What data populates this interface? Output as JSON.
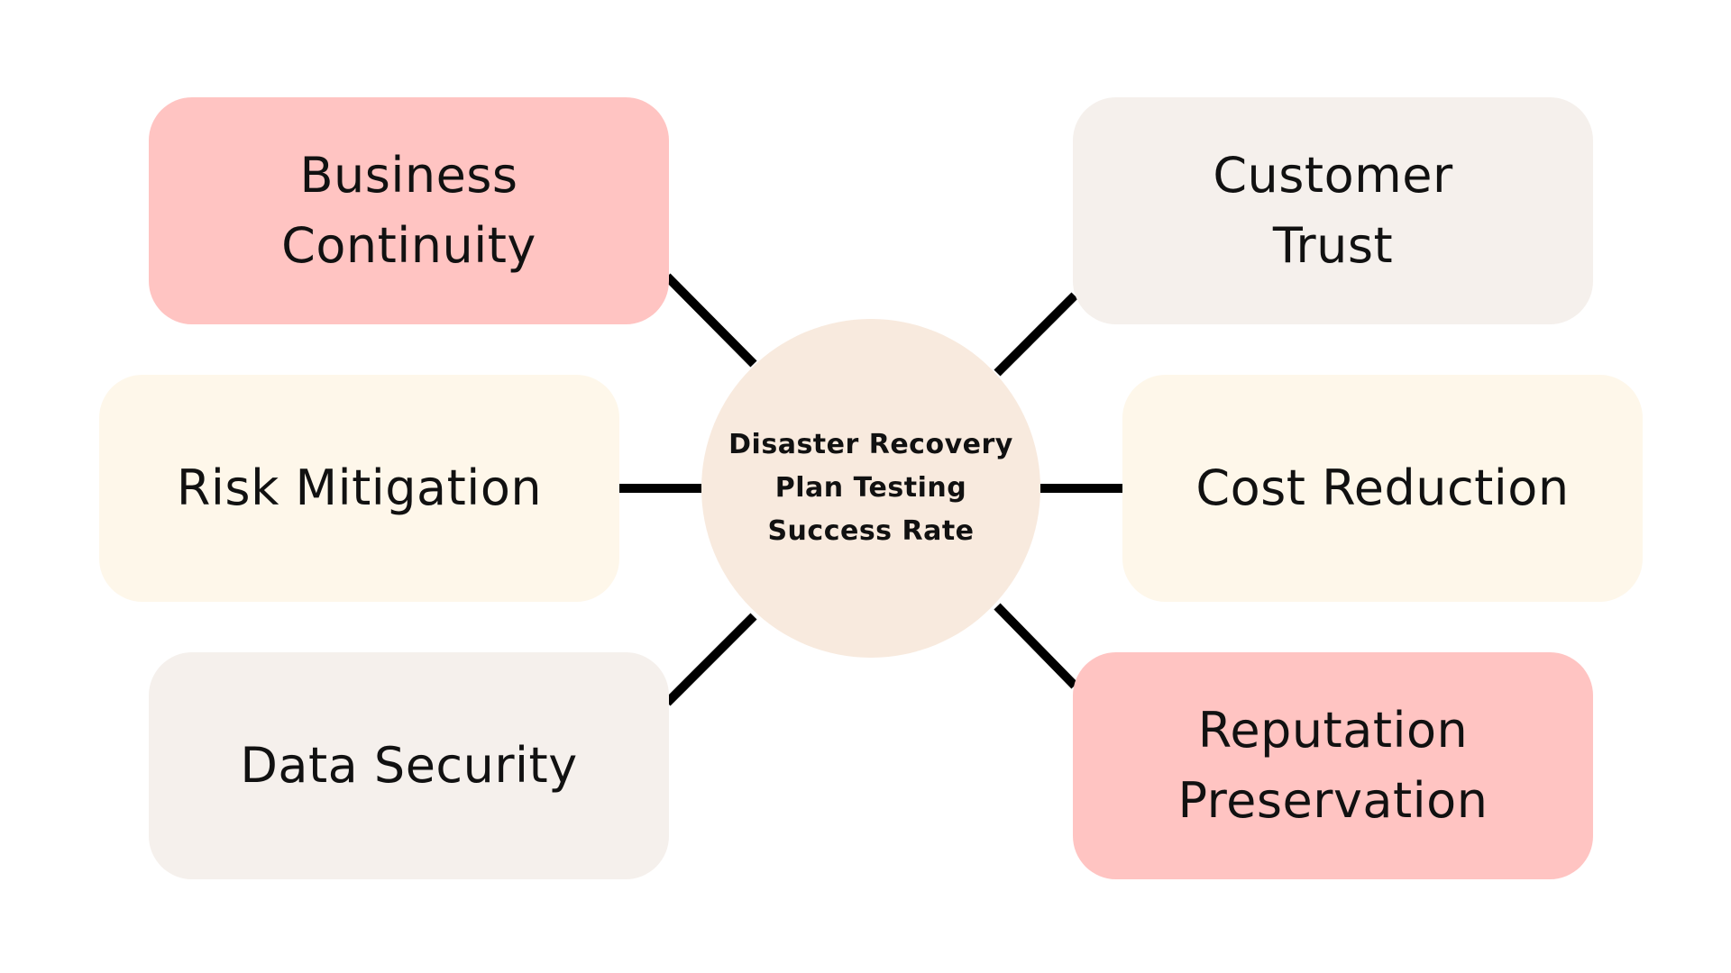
{
  "diagram": {
    "center": {
      "label": "Disaster Recovery Plan Testing Success Rate",
      "color": "#F8EADE"
    },
    "nodes": [
      {
        "id": "business-continuity",
        "label": "Business Continuity",
        "color": "#FFC4C2"
      },
      {
        "id": "risk-mitigation",
        "label": "Risk Mitigation",
        "color": "#FEF7EA"
      },
      {
        "id": "data-security",
        "label": "Data Security",
        "color": "#F5F0EC"
      },
      {
        "id": "customer-trust",
        "label": "Customer Trust",
        "color": "#F5F0EC"
      },
      {
        "id": "cost-reduction",
        "label": "Cost Reduction",
        "color": "#FEF7EA"
      },
      {
        "id": "reputation-preservation",
        "label": "Reputation Preservation",
        "color": "#FFC4C2"
      }
    ],
    "connector_color": "#000000"
  }
}
